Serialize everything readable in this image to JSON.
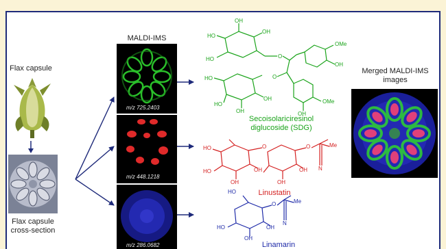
{
  "labels": {
    "flax_capsule": "Flax capsule",
    "cross_section": [
      "Flax capsule",
      "cross-section"
    ],
    "maldi_ims": "MALDI-IMS",
    "merged": [
      "Merged MALDI-IMS",
      "images"
    ]
  },
  "mz": [
    "m/z 725.2403",
    "m/z 448.1218",
    "m/z 286.0682"
  ],
  "compounds": {
    "sdg": {
      "name": [
        "Secoisolariciresinol",
        "diglucoside (SDG)"
      ],
      "color": "#1aa31a"
    },
    "linustatin": {
      "name": [
        "Linustatin"
      ],
      "color": "#d42020"
    },
    "linamarin": {
      "name": [
        "Linamarin"
      ],
      "color": "#1e2aa8"
    }
  },
  "atoms": {
    "oh": "OH",
    "ho": "HO",
    "ome": "OMe",
    "o": "O",
    "me": "Me",
    "n": "N"
  },
  "colors": {
    "frame": "#1e2a7a",
    "background": "#fbf3d6",
    "arrow": "#1e2a7a"
  }
}
